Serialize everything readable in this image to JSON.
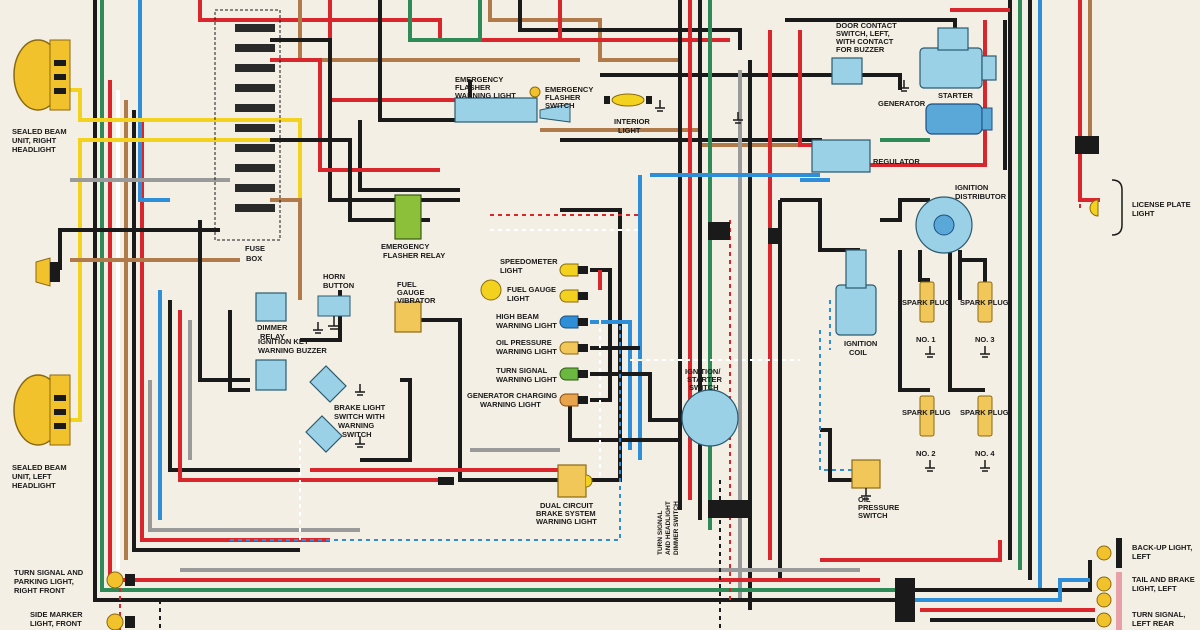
{
  "labels": {
    "sealed_beam_right": [
      "SEALED BEAM",
      "UNIT, RIGHT",
      "HEADLIGHT"
    ],
    "sealed_beam_left": [
      "SEALED BEAM",
      "UNIT, LEFT",
      "HEADLIGHT"
    ],
    "fuse_box": [
      "FUSE",
      "BOX"
    ],
    "horn_button": [
      "HORN",
      "BUTTON"
    ],
    "dimmer_relay": [
      "DIMMER",
      "RELAY"
    ],
    "ignition_key_buzzer": [
      "IGNITION KEY",
      "WARNING BUZZER"
    ],
    "brake_light_switch": [
      "BRAKE LIGHT",
      "SWITCH WITH",
      "WARNING",
      "SWITCH"
    ],
    "emergency_flasher_warning_light": [
      "EMERGENCY",
      "FLASHER",
      "WARNING LIGHT"
    ],
    "emergency_flasher_switch": [
      "EMERGENCY",
      "FLASHER",
      "SWITCH"
    ],
    "emergency_flasher_relay": [
      "EMERGENCY",
      "FLASHER RELAY"
    ],
    "fuel_gauge_vibrator": [
      "FUEL",
      "GAUGE",
      "VIBRATOR"
    ],
    "interior_light": [
      "INTERIOR",
      "LIGHT"
    ],
    "speedometer_light": [
      "SPEEDOMETER",
      "LIGHT"
    ],
    "fuel_gauge_light": [
      "FUEL GAUGE",
      "LIGHT"
    ],
    "high_beam_light": [
      "HIGH BEAM",
      "WARNING LIGHT"
    ],
    "oil_pressure_light": [
      "OIL PRESSURE",
      "WARNING LIGHT"
    ],
    "turn_signal_light": [
      "TURN SIGNAL",
      "WARNING LIGHT"
    ],
    "generator_charging_light": [
      "GENERATOR CHARGING",
      "WARNING LIGHT"
    ],
    "dual_circuit_brake": [
      "DUAL CIRCUIT",
      "BRAKE SYSTEM",
      "WARNING LIGHT"
    ],
    "door_contact_switch": [
      "DOOR CONTACT",
      "SWITCH, LEFT,",
      "WITH CONTACT",
      "FOR BUZZER"
    ],
    "generator": "GENERATOR",
    "starter": "STARTER",
    "regulator": "REGULATOR",
    "ignition_distributor": [
      "IGNITION",
      "DISTRIBUTOR"
    ],
    "ignition_coil": [
      "IGNITION",
      "COIL"
    ],
    "spark_plug": "SPARK PLUG",
    "no1": "NO. 1",
    "no2": "NO. 2",
    "no3": "NO. 3",
    "no4": "NO. 4",
    "ignition_starter_switch": [
      "IGNITION/",
      "STARTER",
      "SWITCH"
    ],
    "turn_signal_dimmer_switch": [
      "TURN SIGNAL",
      "AND HEADLIGHT",
      "DIMMER SWITCH"
    ],
    "oil_pressure_switch": [
      "OIL",
      "PRESSURE",
      "SWITCH"
    ],
    "license_plate_light": [
      "LICENSE PLATE",
      "LIGHT"
    ],
    "backup_light_left": [
      "BACK-UP LIGHT,",
      "LEFT"
    ],
    "tail_brake_left": [
      "TAIL AND BRAKE",
      "LIGHT, LEFT"
    ],
    "turn_signal_left_rear": [
      "TURN SIGNAL,",
      "LEFT REAR"
    ],
    "turn_signal_parking_front": [
      "TURN SIGNAL AND",
      "PARKING LIGHT,",
      "RIGHT FRONT"
    ],
    "side_marker_front": [
      "SIDE MARKER",
      "LIGHT, FRONT"
    ]
  },
  "colors": {
    "red": "#d8262c",
    "black": "#1a1a1a",
    "blue": "#2e8fd8",
    "yellow": "#f2d21e",
    "green": "#2e8b57",
    "brown": "#b07a4a",
    "white": "#ffffff",
    "grey": "#9a9a9a"
  }
}
